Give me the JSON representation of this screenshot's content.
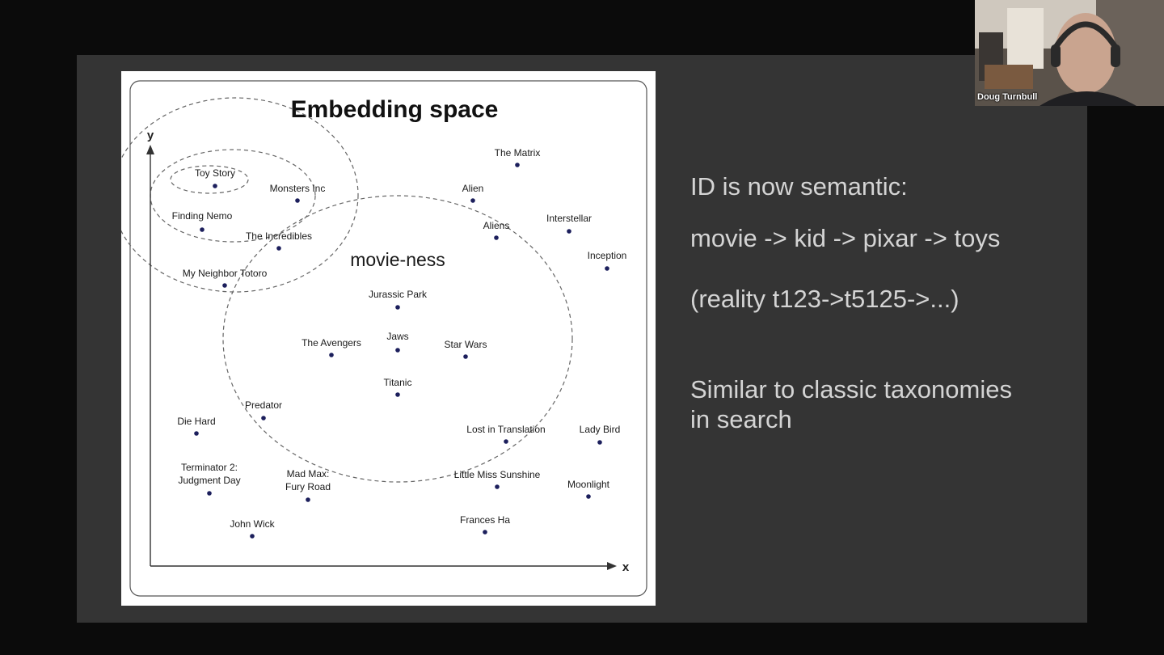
{
  "diagram": {
    "title": "Embedding space",
    "x_axis_label": "x",
    "y_axis_label": "y",
    "cluster_label": "movie-ness",
    "points": [
      {
        "name": "The Matrix"
      },
      {
        "name": "Alien"
      },
      {
        "name": "Interstellar"
      },
      {
        "name": "Aliens"
      },
      {
        "name": "Inception"
      },
      {
        "name": "Toy Story"
      },
      {
        "name": "Monsters Inc"
      },
      {
        "name": "Finding Nemo"
      },
      {
        "name": "The Incredibles"
      },
      {
        "name": "My Neighbor Totoro"
      },
      {
        "name": "Jurassic Park"
      },
      {
        "name": "Jaws"
      },
      {
        "name": "The Avengers"
      },
      {
        "name": "Star Wars"
      },
      {
        "name": "Titanic"
      },
      {
        "name": "Predator"
      },
      {
        "name": "Die Hard"
      },
      {
        "name": "Lost in Translation"
      },
      {
        "name": "Lady Bird"
      },
      {
        "name": "Terminator 2:\nJudgment Day"
      },
      {
        "name": "Mad Max:\nFury Road"
      },
      {
        "name": "Little Miss Sunshine"
      },
      {
        "name": "Moonlight"
      },
      {
        "name": "John Wick"
      },
      {
        "name": "Frances Ha"
      }
    ]
  },
  "slide_text": {
    "line1": "ID is now semantic:",
    "line2": "movie -> kid -> pixar -> toys",
    "line3": "(reality t123->t5125->...)",
    "line4": "Similar to classic taxonomies\nin search"
  },
  "webcam": {
    "name": "Doug Turnbull"
  },
  "colors": {
    "slide_background": "#343434",
    "slide_text": "#d4d4d4",
    "point": "#1c1f5c",
    "outer_background": "#0b0b0b"
  }
}
